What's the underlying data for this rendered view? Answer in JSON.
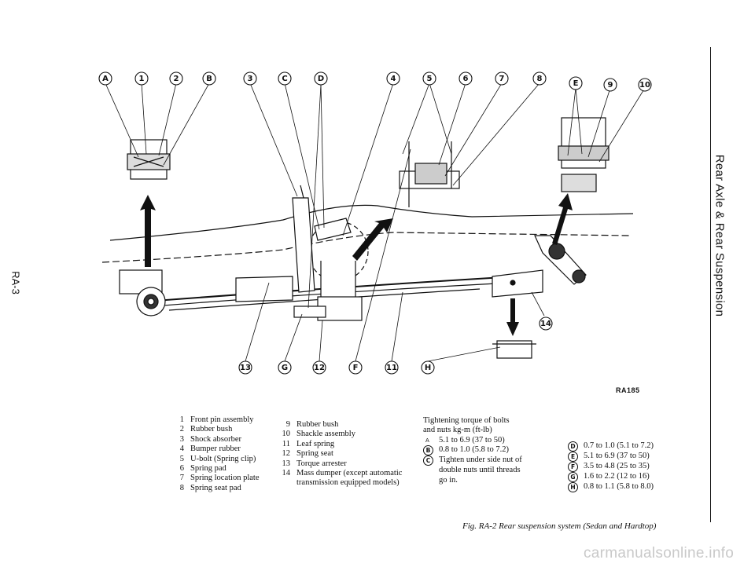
{
  "page": {
    "section_title": "Rear Axle & Rear Suspension",
    "page_number": "RA-3",
    "figure_caption": "Fig. RA-2 Rear suspension system (Sedan and Hardtop)",
    "reference_code": "RA185",
    "watermark": "carmanualsonline.info"
  },
  "diagram": {
    "callouts": [
      "A",
      "1",
      "2",
      "B",
      "3",
      "C",
      "D",
      "4",
      "5",
      "6",
      "7",
      "8",
      "E",
      "9",
      "10",
      "14",
      "13",
      "G",
      "12",
      "F",
      "11",
      "H"
    ]
  },
  "parts_legend": {
    "col1": [
      {
        "num": "1",
        "name": "Front pin assembly"
      },
      {
        "num": "2",
        "name": "Rubber bush"
      },
      {
        "num": "3",
        "name": "Shock absorber"
      },
      {
        "num": "4",
        "name": "Bumper rubber"
      },
      {
        "num": "5",
        "name": "U-bolt (Spring clip)"
      },
      {
        "num": "6",
        "name": "Spring pad"
      },
      {
        "num": "7",
        "name": "Spring location plate"
      },
      {
        "num": "8",
        "name": "Spring seat pad"
      }
    ],
    "col2": [
      {
        "num": "9",
        "name": "Rubber bush"
      },
      {
        "num": "10",
        "name": "Shackle assembly"
      },
      {
        "num": "11",
        "name": "Leaf spring"
      },
      {
        "num": "12",
        "name": "Spring seat"
      },
      {
        "num": "13",
        "name": "Torque arrester"
      },
      {
        "num": "14",
        "name": "Mass dumper (except automatic",
        "cont": "transmission equipped models)"
      }
    ]
  },
  "torque": {
    "heading_1": "Tightening torque of bolts",
    "heading_2": "and nuts  kg-m (ft-lb)",
    "col1": [
      {
        "key": "A",
        "value": "5.1 to 6.9 (37 to 50)"
      },
      {
        "key": "B",
        "value": "0.8 to 1.0 (5.8 to 7.2)"
      },
      {
        "key": "C",
        "value": "Tighten under side nut of",
        "cont1": "double nuts until threads",
        "cont2": "go in."
      }
    ],
    "col2": [
      {
        "key": "D",
        "value": "0.7 to 1.0 (5.1 to 7.2)"
      },
      {
        "key": "E",
        "value": "5.1 to 6.9 (37 to 50)"
      },
      {
        "key": "F",
        "value": "3.5 to 4.8 (25 to 35)"
      },
      {
        "key": "G",
        "value": "1.6 to 2.2 (12 to 16)"
      },
      {
        "key": "H",
        "value": "0.8 to 1.1 (5.8 to 8.0)"
      }
    ]
  }
}
